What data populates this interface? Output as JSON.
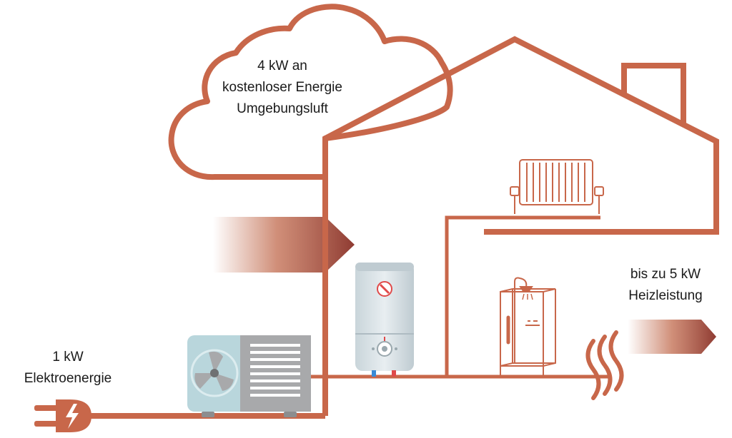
{
  "labels": {
    "cloud_line1": "4 kW an",
    "cloud_line2": "kostenloser Energie",
    "cloud_line3": "Umgebungsluft",
    "electric_line1": "1 kW",
    "electric_line2": "Elektroenergie",
    "heat_line1": "bis zu 5 kW",
    "heat_line2": "Heizleistung"
  },
  "colors": {
    "line": "#c8674a",
    "arrow_dark": "#8f3b32",
    "arrow_mid": "#c87b61",
    "unit_body": "#b9d6dc",
    "unit_grille": "#a8a9ab",
    "tank": "#d8e2e6"
  },
  "icons": [
    "cloud-icon",
    "house-icon",
    "heat-pump-icon",
    "water-heater-icon",
    "radiator-icon",
    "shower-icon",
    "plug-icon",
    "heat-waves-icon"
  ]
}
